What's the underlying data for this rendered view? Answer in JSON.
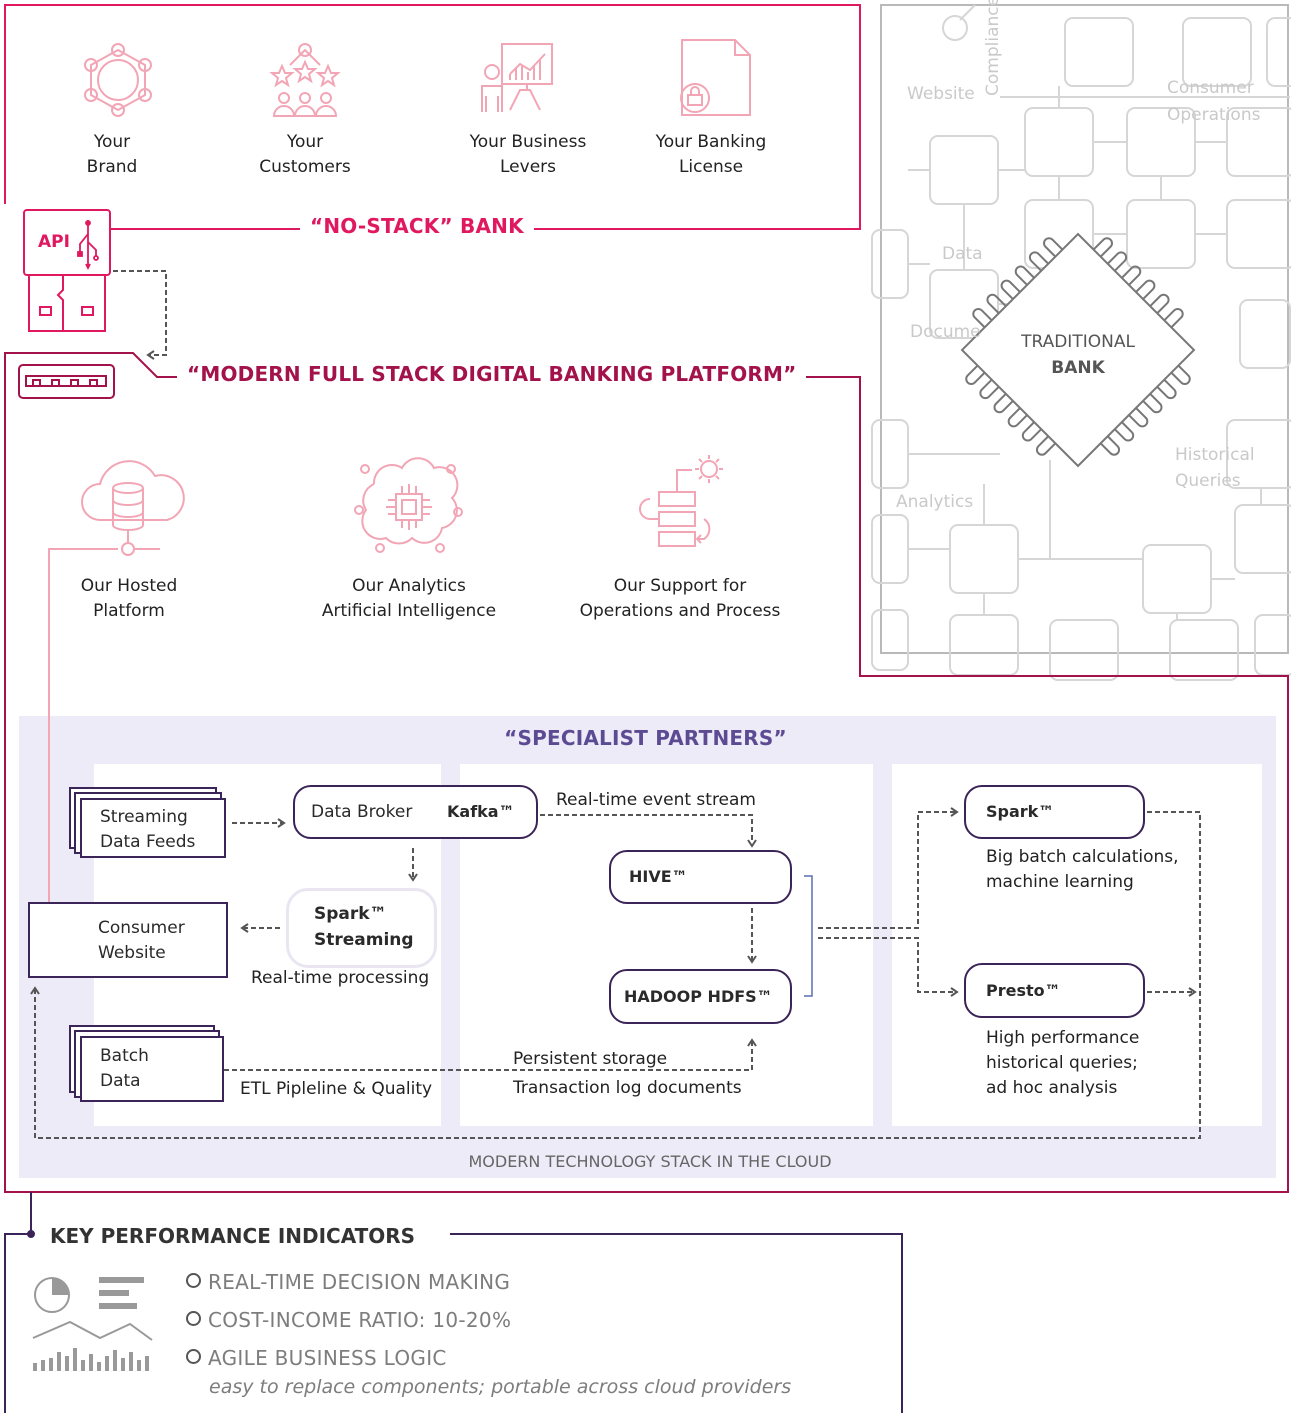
{
  "no_stack": {
    "title": "“NO-STACK” BANK",
    "api_label": "API",
    "items": [
      {
        "line1": "Your",
        "line2": "Brand"
      },
      {
        "line1": "Your",
        "line2": "Customers"
      },
      {
        "line1": "Your Business",
        "line2": "Levers"
      },
      {
        "line1": "Your Banking",
        "line2": "License"
      }
    ]
  },
  "traditional": {
    "line1": "TRADITIONAL",
    "line2": "BANK",
    "bg_labels": [
      "Website",
      "Compliance",
      "Consumer",
      "Operations",
      "Data",
      "Docume",
      "Historical",
      "Queries",
      "Analytics"
    ]
  },
  "platform": {
    "title": "“MODERN FULL STACK DIGITAL BANKING PLATFORM”",
    "items": [
      {
        "line1": "Our Hosted",
        "line2": "Platform"
      },
      {
        "line1": "Our Analytics",
        "line2": "Artificial Intelligence"
      },
      {
        "line1": "Our Support for",
        "line2": "Operations and Process"
      }
    ]
  },
  "partners": {
    "title": "“SPECIALIST PARTNERS”",
    "footer": "MODERN TECHNOLOGY STACK IN THE CLOUD",
    "streaming": {
      "line1": "Streaming",
      "line2": "Data Feeds"
    },
    "consumer": {
      "line1": "Consumer",
      "line2": "Website"
    },
    "batch": {
      "line1": "Batch",
      "line2": "Data"
    },
    "data_broker": "Data Broker",
    "kafka": "Kafka™",
    "spark_streaming": {
      "line1": "Spark™",
      "line2": "Streaming"
    },
    "realtime_processing": "Real-time processing",
    "etl": "ETL Pipleline & Quality",
    "event_stream": "Real-time event stream",
    "hive": "HIVE™",
    "hadoop": "HADOOP HDFS™",
    "persistent": "Persistent storage",
    "transaction_log": "Transaction log documents",
    "spark": "Spark™",
    "spark_desc": {
      "line1": "Big batch calculations,",
      "line2": "machine learning"
    },
    "presto": "Presto™",
    "presto_desc": {
      "line1": "High performance",
      "line2": "historical queries;",
      "line3": "ad hoc analysis"
    }
  },
  "kpi": {
    "title": "KEY PERFORMANCE INDICATORS",
    "items": [
      "REAL-TIME DECISION MAKING",
      "COST-INCOME RATIO: 10-20%",
      "AGILE BUSINESS LOGIC"
    ],
    "note": "easy to replace components; portable across cloud providers"
  },
  "colors": {
    "pink": "#e0185f",
    "maroon": "#a3124a",
    "purple": "#5c4a93",
    "navy": "#3b2457",
    "light_pink": "#f2a6b5",
    "panel_bg": "#ecebf7"
  }
}
